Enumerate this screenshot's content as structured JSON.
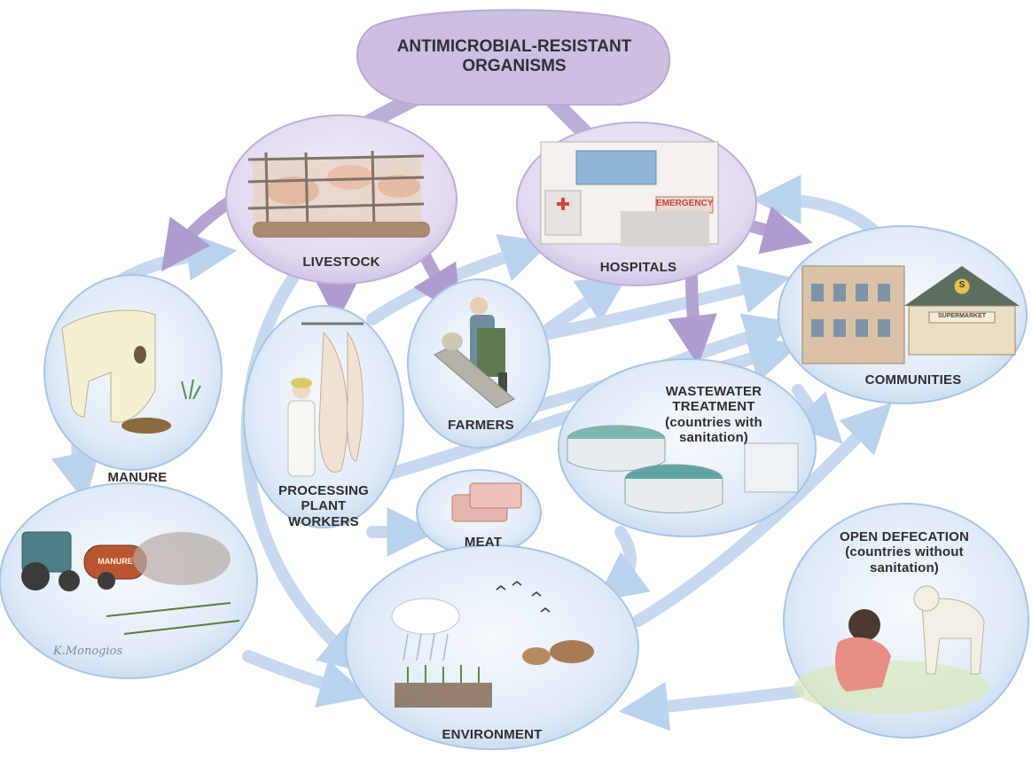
{
  "diagram": {
    "title": "ANTIMICROBIAL-RESISTANT ORGANISMS",
    "nodes": {
      "livestock": "LIVESTOCK",
      "hospitals": "HOSPITALS",
      "communities": "COMMUNITIES",
      "manure": "MANURE",
      "processing": "PROCESSING PLANT WORKERS",
      "farmers": "FARMERS",
      "meat": "MEAT",
      "wastewater": "WASTEWATER TREATMENT (countries with sanitation)",
      "open_defecation": "OPEN DEFECATION (countries without sanitation)",
      "environment": "ENVIRONMENT"
    },
    "illustrations": {
      "hospital_sign": "EMERGENCY",
      "store_sign": "SUPERMARKET",
      "store_logo": "S",
      "tank_label": "MANURE",
      "signature": "K.Monogios"
    },
    "colors": {
      "title_bubble": "#cdbfe0",
      "purple_flow": "#b3a4d2",
      "blue_flow": "#bcd4ee",
      "bubble_fill": "#e3eef9",
      "bubble_edge": "#a9c4e4"
    }
  }
}
